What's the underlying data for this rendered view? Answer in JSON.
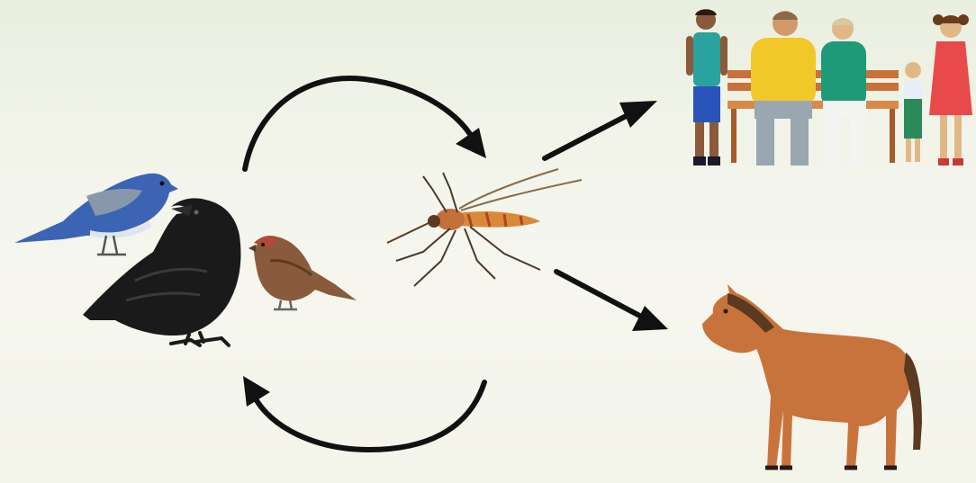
{
  "diagram": {
    "type": "transmission-cycle",
    "nodes": [
      {
        "id": "birds",
        "icon": "birds-icon",
        "members": [
          "blue-bird-icon",
          "crow-icon",
          "sparrow-icon"
        ]
      },
      {
        "id": "mosquito",
        "icon": "mosquito-icon"
      },
      {
        "id": "people",
        "icon": "people-on-bench-icon"
      },
      {
        "id": "horse",
        "icon": "horse-icon"
      }
    ],
    "edges": [
      {
        "from": "birds",
        "to": "mosquito",
        "style": "curved"
      },
      {
        "from": "mosquito",
        "to": "birds",
        "style": "curved"
      },
      {
        "from": "mosquito",
        "to": "people",
        "style": "straight"
      },
      {
        "from": "mosquito",
        "to": "horse",
        "style": "straight"
      }
    ],
    "colors": {
      "background": "#f4f5ec",
      "arrow": "#111111",
      "blue_bird": "#3b64b4",
      "crow": "#1a1a1a",
      "sparrow": "#8a5a3c",
      "horse": "#c9733c",
      "mosquito": "#d88a3a"
    }
  }
}
